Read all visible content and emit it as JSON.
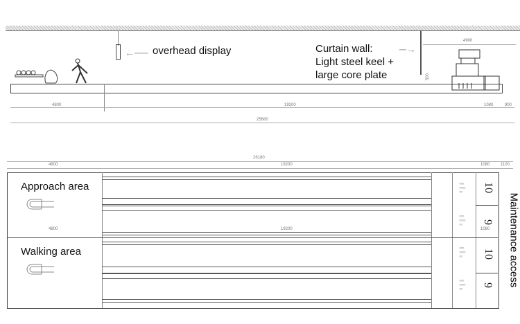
{
  "elevation": {
    "overhead_display_label": "overhead display",
    "curtain_wall_label": [
      "Curtain wall:",
      "Light steel keel +",
      "large core plate"
    ],
    "dims": {
      "approach": "4800",
      "lane": "19200",
      "pit": "1080",
      "rear": "900",
      "total": "25680",
      "machine": "4900",
      "height": "500"
    }
  },
  "plan": {
    "dims_top": {
      "total": "26180",
      "approach": "4800",
      "lane": "19200",
      "pit": "1080",
      "maint": "1100"
    },
    "dims_mid": {
      "approach": "4800",
      "lane": "19200",
      "pit": "1080"
    },
    "approach_area_label": "Approach area",
    "walking_area_label": "Walking area",
    "maintenance_label": "Maintenance access",
    "lanes": [
      "10",
      "9",
      "10",
      "9"
    ]
  }
}
